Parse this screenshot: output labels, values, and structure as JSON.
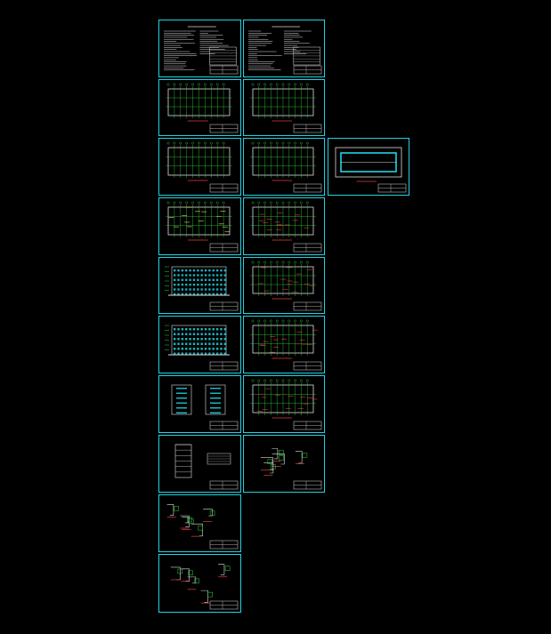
{
  "viewer": {
    "background": "#000000",
    "frame_color": "#22d3e3",
    "line_green": "#31d23d",
    "line_cyan": "#22d3e3",
    "line_white": "#dcdcdc",
    "line_red": "#e0403a",
    "line_yellow": "#e8e04a"
  },
  "sheets": [
    {
      "id": "s01",
      "kind": "notes-sheet",
      "label": ""
    },
    {
      "id": "s02",
      "kind": "notes-sheet",
      "label": ""
    },
    {
      "id": "s03",
      "kind": "floor-plan",
      "label": ""
    },
    {
      "id": "s04",
      "kind": "floor-plan",
      "label": ""
    },
    {
      "id": "s05",
      "kind": "floor-plan",
      "label": ""
    },
    {
      "id": "s06",
      "kind": "floor-plan",
      "label": ""
    },
    {
      "id": "s07",
      "kind": "roof-plan",
      "label": ""
    },
    {
      "id": "s08",
      "kind": "roof-plan",
      "label": ""
    },
    {
      "id": "s09",
      "kind": "structure-plan",
      "label": ""
    },
    {
      "id": "s10",
      "kind": "elevation",
      "label": ""
    },
    {
      "id": "s11",
      "kind": "structure-plan",
      "label": ""
    },
    {
      "id": "s12",
      "kind": "elevation",
      "label": ""
    },
    {
      "id": "s13",
      "kind": "structure-plan",
      "label": ""
    },
    {
      "id": "s14",
      "kind": "section",
      "label": ""
    },
    {
      "id": "s15",
      "kind": "structure-plan",
      "label": ""
    },
    {
      "id": "s16",
      "kind": "section",
      "label": ""
    },
    {
      "id": "s17",
      "kind": "detail",
      "label": ""
    },
    {
      "id": "s18",
      "kind": "detail",
      "label": ""
    },
    {
      "id": "s19",
      "kind": "detail",
      "label": ""
    }
  ]
}
